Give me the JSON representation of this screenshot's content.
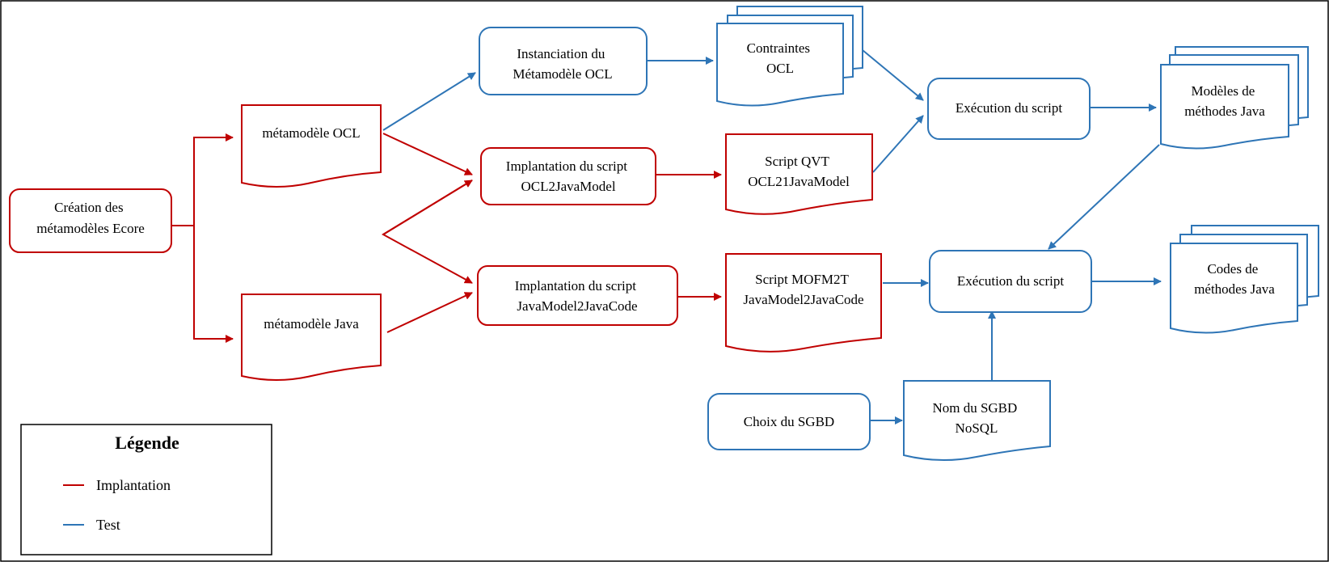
{
  "colors": {
    "implantation": "#C00000",
    "test": "#2E75B6",
    "frame": "#000000"
  },
  "nodes": {
    "creation": [
      "Création des",
      "métamodèles Ecore"
    ],
    "metamodele_ocl": [
      "métamodèle OCL"
    ],
    "metamodele_java": [
      "métamodèle Java"
    ],
    "instanciation": [
      "Instanciation du",
      "Métamodèle OCL"
    ],
    "contraintes_ocl": [
      "Contraintes",
      "OCL"
    ],
    "implantation_ocl2java": [
      "Implantation du script",
      "OCL2JavaModel"
    ],
    "script_qvt": [
      "Script QVT",
      "OCL21JavaModel"
    ],
    "implantation_java2code": [
      "Implantation du script",
      "JavaModel2JavaCode"
    ],
    "script_mofm2t": [
      "Script MOFM2T",
      "JavaModel2JavaCode"
    ],
    "execution_1": [
      "Exécution du script"
    ],
    "modeles_java": [
      "Modèles de",
      "méthodes Java"
    ],
    "execution_2": [
      "Exécution du script"
    ],
    "codes_java": [
      "Codes de",
      "méthodes Java"
    ],
    "choix_sgbd": [
      "Choix du SGBD"
    ],
    "nom_sgbd": [
      "Nom du SGBD",
      "NoSQL"
    ]
  },
  "legend": {
    "title": "Légende",
    "implantation": "Implantation",
    "test": "Test"
  }
}
